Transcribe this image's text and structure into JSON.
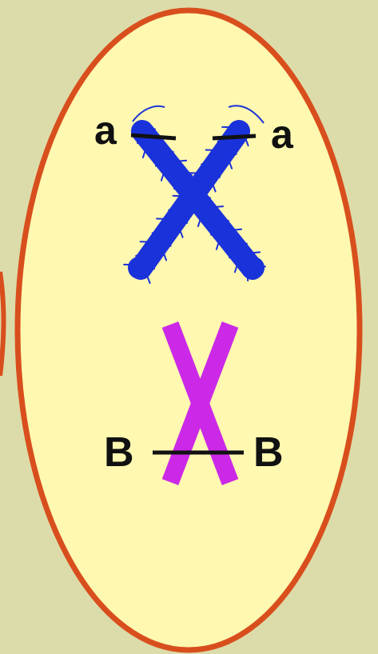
{
  "diagram": {
    "colors": {
      "background": "#dcdcaa",
      "cell_fill": "#fef8b0",
      "cell_outline": "#d84f1d",
      "chromosome_1": "#1a32d9",
      "chromosome_2": "#cb29e7",
      "gene_band": "#111111",
      "label": "#111111"
    },
    "chromosome_1": {
      "gene_labels": {
        "left": "a",
        "right": "a"
      }
    },
    "chromosome_2": {
      "gene_labels": {
        "left": "B",
        "right": "B"
      }
    }
  }
}
